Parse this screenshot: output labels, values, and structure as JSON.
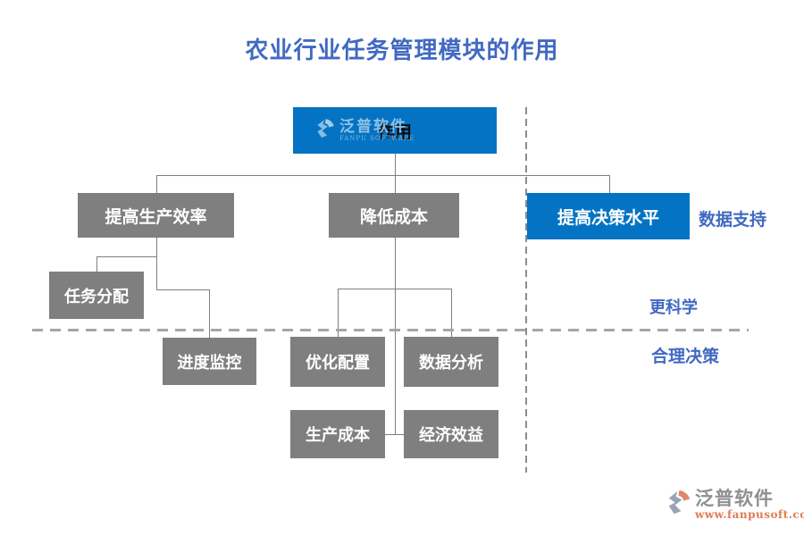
{
  "title": "农业行业任务管理模块的作用",
  "tree": {
    "root": {
      "label": "作用"
    },
    "branches": [
      {
        "label": "提高生产效率",
        "children": [
          "任务分配",
          "进度监控"
        ]
      },
      {
        "label": "降低成本",
        "children": [
          "优化配置",
          "数据分析",
          "生产成本",
          "经济效益"
        ]
      },
      {
        "label": "提高决策水平",
        "children": [],
        "annotation": "数据支持"
      }
    ]
  },
  "zone_labels": {
    "above_divider": "更科学",
    "below_divider": "合理决策"
  },
  "colors": {
    "accent_blue": "#0473c3",
    "node_gray": "#7f7f7f",
    "title_blue": "#4169c1",
    "connector_gray": "#7f7f7f",
    "divider_gray": "#a6a6a6",
    "watermark_orange": "#dd7c52",
    "watermark_gray": "#8f8f93"
  },
  "box_watermark": {
    "logo": "fanpu-logo-icon",
    "brand": "泛普软件",
    "subtitle": "FANPU SOFTWARE"
  },
  "footer_watermark": {
    "logo": "fanpu-logo-icon",
    "brand": "泛普软件",
    "url": "www.fanpusoft.com"
  }
}
